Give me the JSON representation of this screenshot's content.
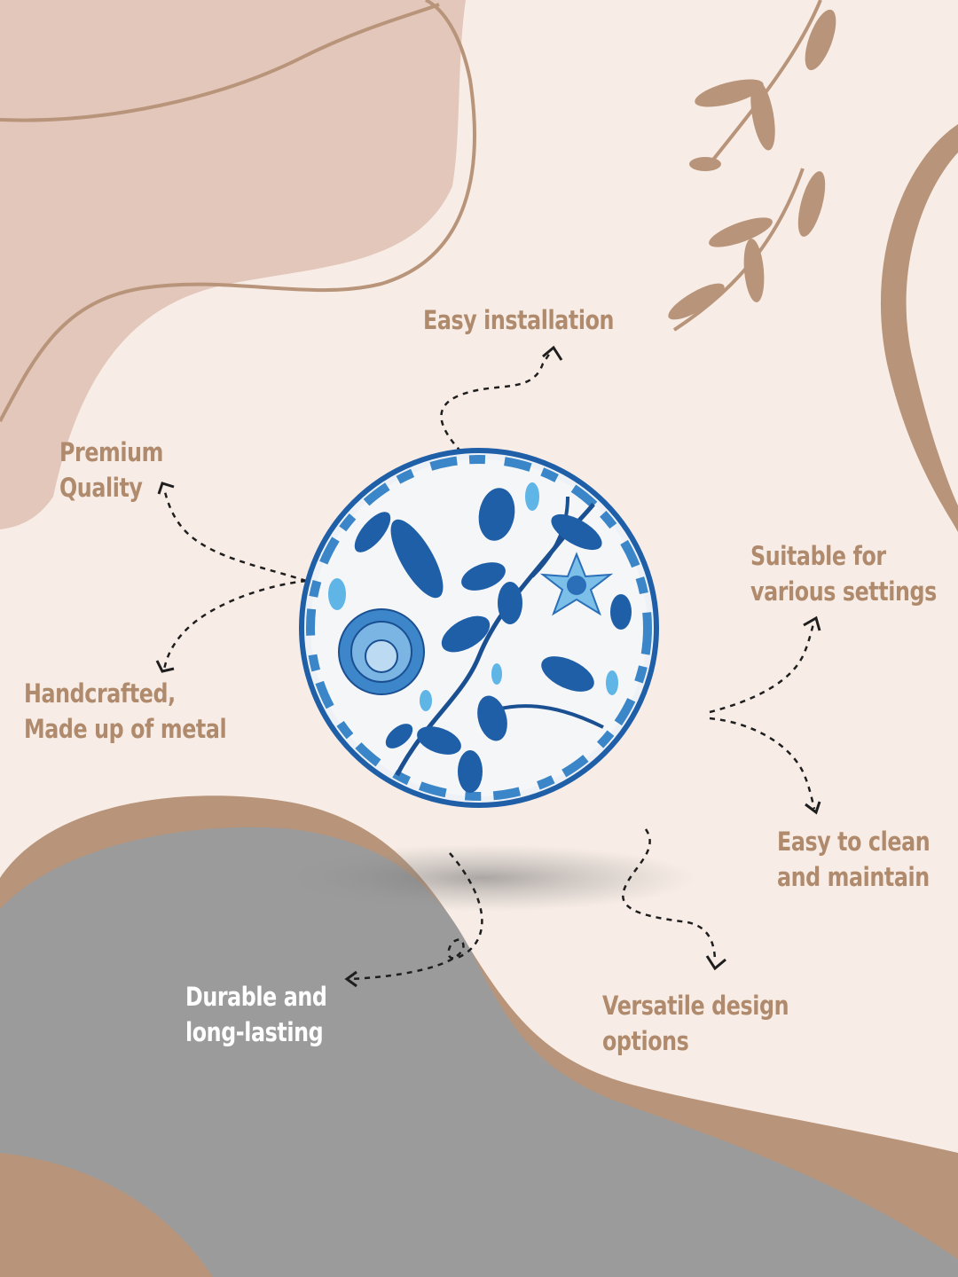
{
  "features": {
    "easy_installation": [
      "Easy installation"
    ],
    "premium_quality": [
      "Premium",
      "Quality"
    ],
    "suitable_settings": [
      "Suitable for",
      "various settings"
    ],
    "handcrafted": [
      "Handcrafted,",
      "Made up of metal"
    ],
    "easy_clean": [
      "Easy to clean",
      "and maintain"
    ],
    "durable": [
      "Durable and",
      "long-lasting"
    ],
    "versatile": [
      "Versatile design",
      "options"
    ]
  },
  "colors": {
    "background": "#f8ede6",
    "blob_pink": "#e3c7bb",
    "accent_tan": "#b8957a",
    "text_tan": "#b08a6c",
    "gray_blob": "#9b9b9b",
    "plate_blue": "#1f5fa8",
    "plate_white": "#f4f6f8"
  },
  "product": {
    "icon": "floral-plate-icon"
  }
}
